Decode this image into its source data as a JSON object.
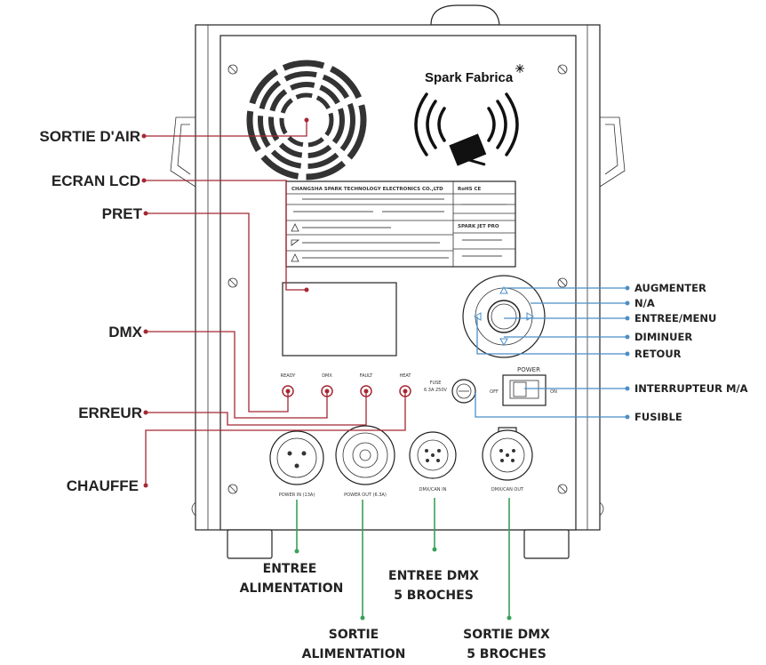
{
  "brand": "Spark Fabrica",
  "plate": {
    "company": "CHANGSHA SPARK TECHNOLOGY ELECTRONICS CO.,LTD",
    "model": "SPARK JET PRO",
    "marks": "RoHS CE"
  },
  "indicators": [
    "READY",
    "DMX",
    "FAULT",
    "HEAT"
  ],
  "fuse": {
    "label": "FUSE",
    "rating": "6.3A 250V"
  },
  "power_switch": {
    "title": "POWER",
    "off": "OFF",
    "on": "ON"
  },
  "connectors": [
    "POWER IN (13A)",
    "POWER OUT (6.3A)",
    "DMX/CAN IN",
    "DMX/CAN OUT"
  ],
  "callouts_left": [
    "SORTIE D'AIR",
    "ECRAN LCD",
    "PRET",
    "DMX",
    "ERREUR",
    "CHAUFFE"
  ],
  "callouts_right": [
    "AUGMENTER",
    "N/A",
    "ENTREE/MENU",
    "DIMINUER",
    "RETOUR",
    "INTERRUPTEUR M/A",
    "FUSIBLE"
  ],
  "callouts_bottom": {
    "power_in": [
      "ENTREE",
      "ALIMENTATION"
    ],
    "power_out": [
      "SORTIE",
      "ALIMENTATION"
    ],
    "dmx_in": [
      "ENTREE DMX",
      "5 BROCHES"
    ],
    "dmx_out": [
      "SORTIE DMX",
      "5 BROCHES"
    ]
  },
  "colors": {
    "callout_left": "#a52733",
    "callout_right": "#4a8ec8",
    "callout_bottom": "#3aa05a"
  }
}
